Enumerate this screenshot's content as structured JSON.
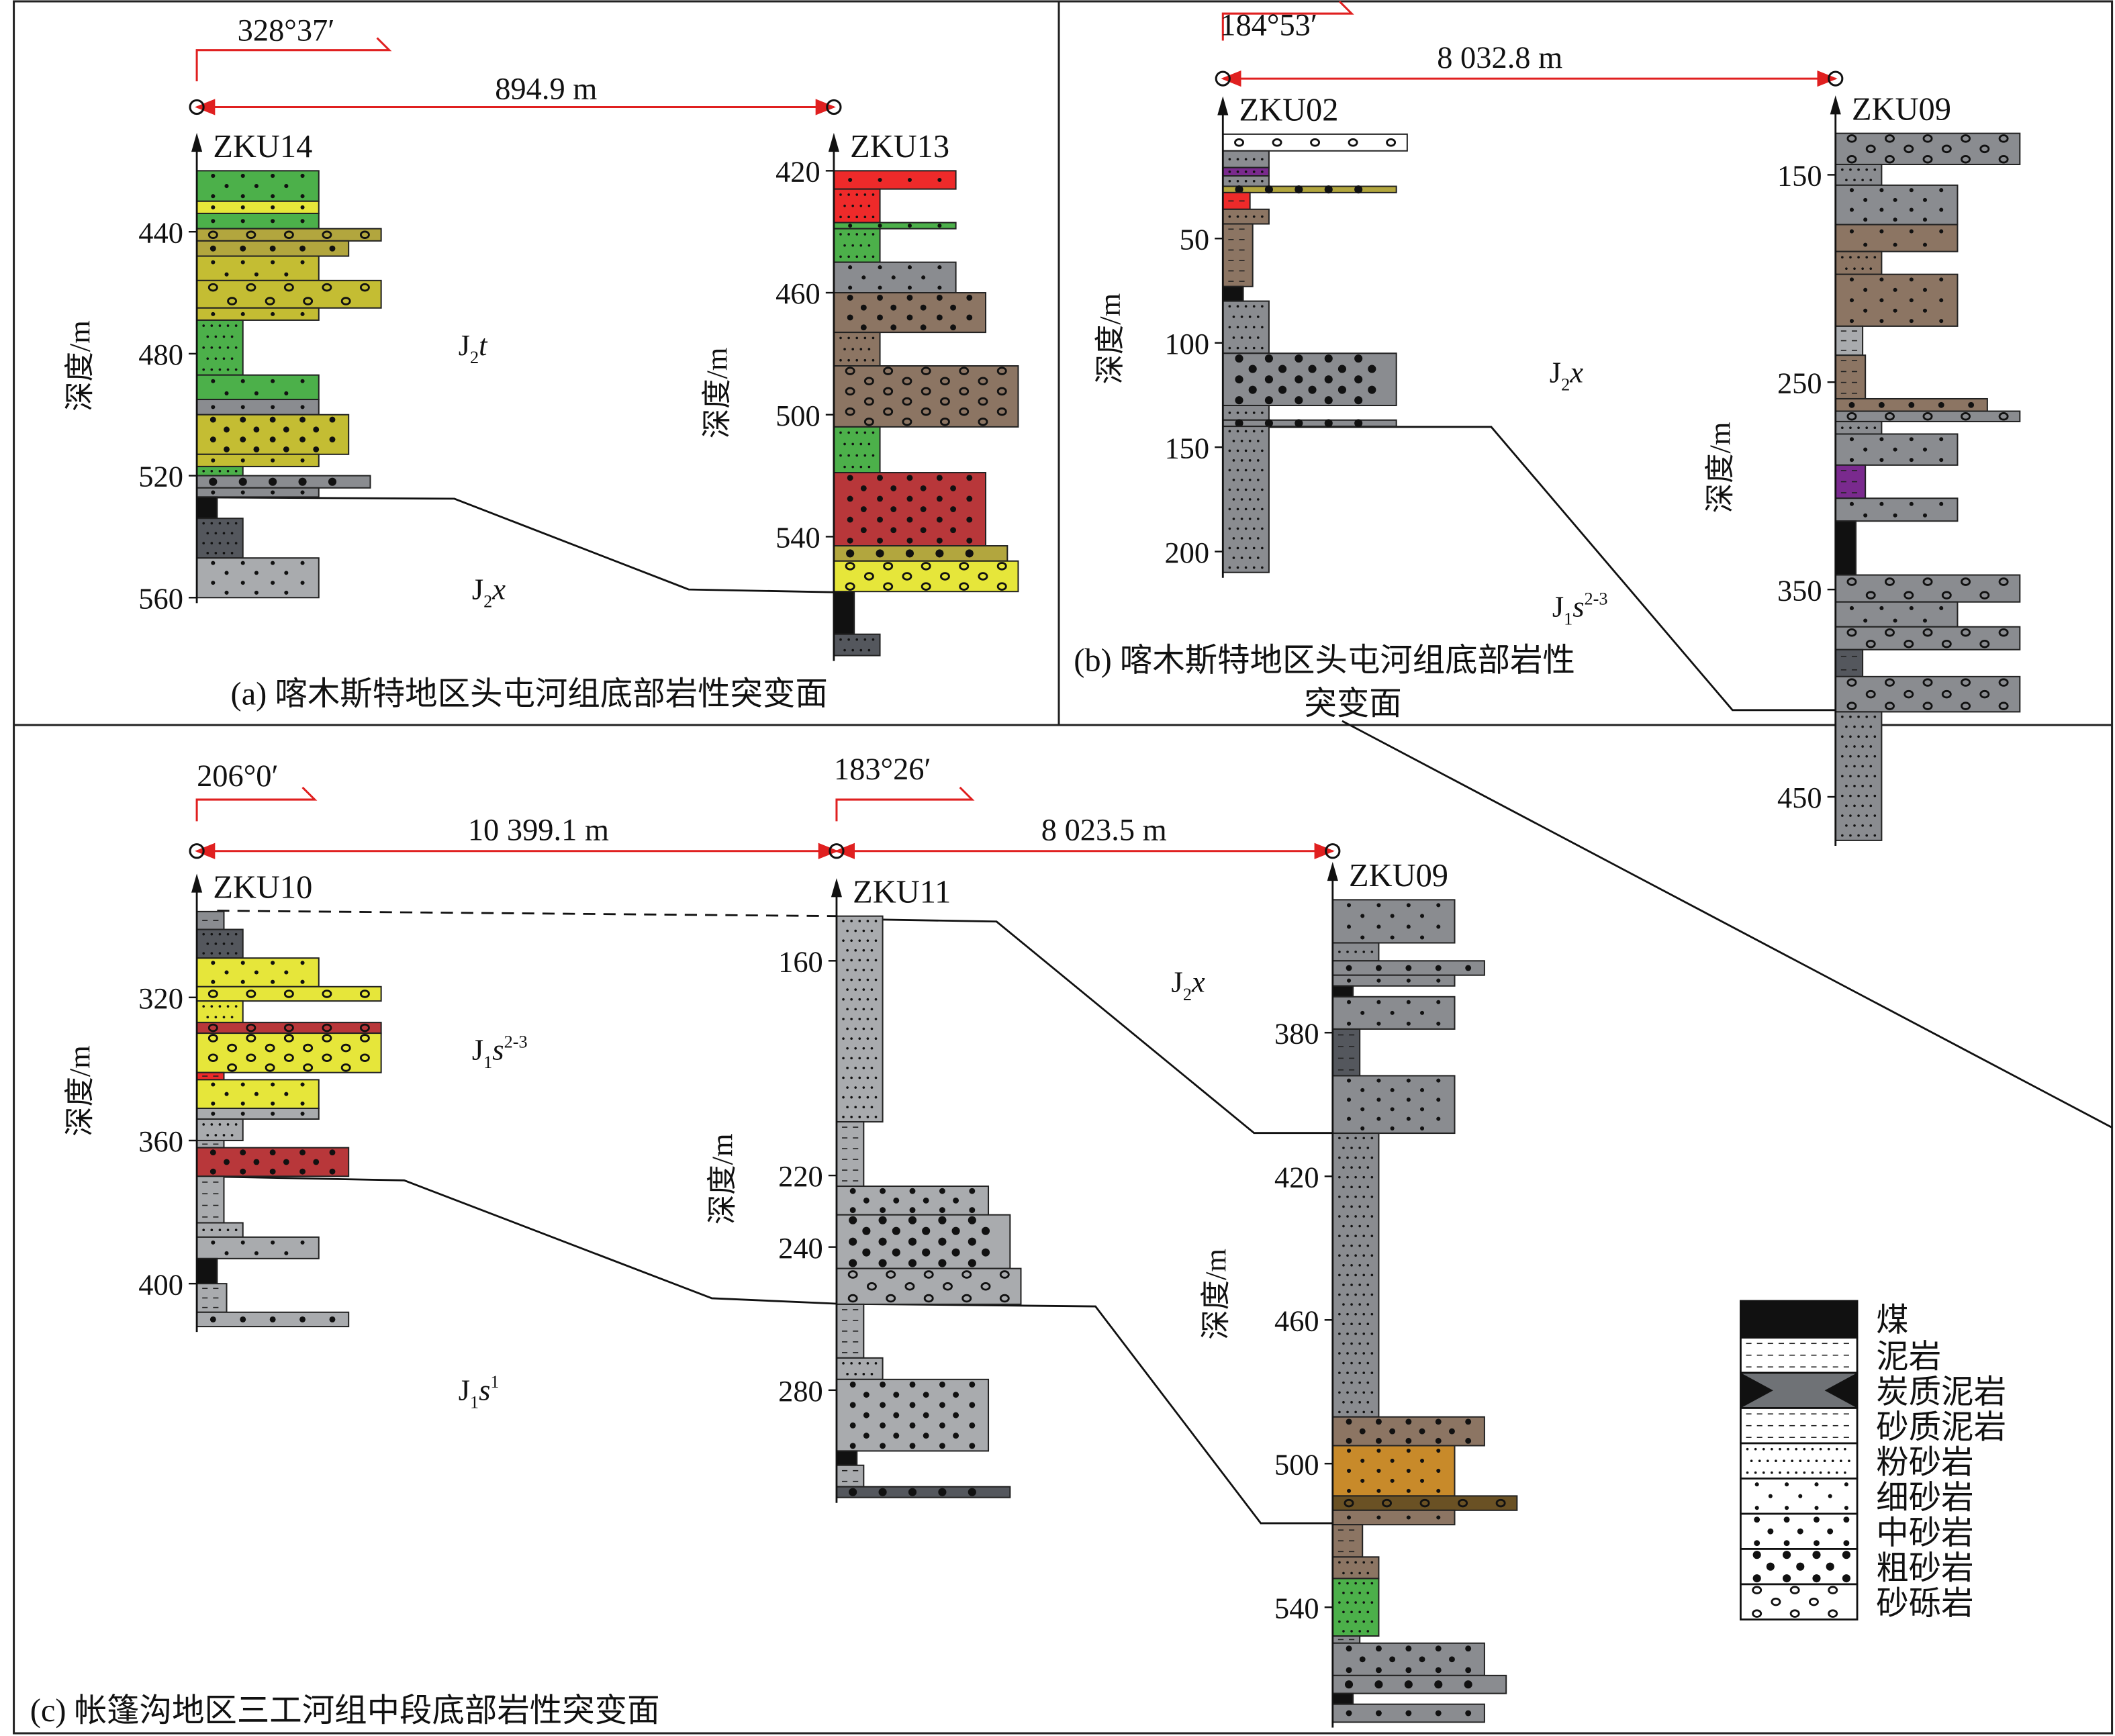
{
  "panels": {
    "a": {
      "caption": "(a) 喀木斯特地区头屯河组底部岩性突变面",
      "azimuth": "328°37′",
      "distance": "894.9 m",
      "formations": [
        {
          "main": "J",
          "sub": "2",
          "suffix": "t",
          "sup": ""
        },
        {
          "main": "J",
          "sub": "2",
          "suffix": "x",
          "sup": ""
        }
      ]
    },
    "b": {
      "caption_line1": "(b) 喀木斯特地区头屯河组底部岩性",
      "caption_line2": "突变面",
      "azimuth": "184°53′",
      "distance": "8 032.8 m",
      "formations": [
        {
          "main": "J",
          "sub": "2",
          "suffix": "x",
          "sup": ""
        },
        {
          "main": "J",
          "sub": "1",
          "suffix": "s",
          "sup": "2-3"
        }
      ]
    },
    "c": {
      "caption": "(c) 帐篷沟地区三工河组中段底部岩性突变面",
      "azimuth1": "206°0′",
      "distance1": "10 399.1 m",
      "azimuth2": "183°26′",
      "distance2": "8 023.5 m",
      "formations": [
        {
          "main": "J",
          "sub": "1",
          "suffix": "s",
          "sup": "2-3"
        },
        {
          "main": "J",
          "sub": "2",
          "suffix": "x",
          "sup": ""
        },
        {
          "main": "J",
          "sub": "1",
          "suffix": "s",
          "sup": "1"
        }
      ]
    }
  },
  "depth_axis_label": "深度/m",
  "legend": [
    {
      "key": "coal",
      "label": "煤"
    },
    {
      "key": "mudstone",
      "label": "泥岩"
    },
    {
      "key": "carb",
      "label": "炭质泥岩"
    },
    {
      "key": "sandymud",
      "label": "砂质泥岩"
    },
    {
      "key": "silt",
      "label": "粉砂岩"
    },
    {
      "key": "fine",
      "label": "细砂岩"
    },
    {
      "key": "medium",
      "label": "中砂岩"
    },
    {
      "key": "coarse",
      "label": "粗砂岩"
    },
    {
      "key": "gravel",
      "label": "砂砾岩"
    }
  ],
  "colors": {
    "green": "#4cb04a",
    "yellow": "#e6e63a",
    "olive": "#b2a63e",
    "yolive": "#c4bd33",
    "gray": "#8a8c90",
    "lgray": "#a9abae",
    "dgray": "#54575d",
    "red": "#ee2a2a",
    "dred": "#b8373a",
    "brown": "#8c7563",
    "purple": "#7a2a8e",
    "orange": "#c88a2a",
    "dbrown": "#6a5124",
    "white": "#ffffff",
    "coal": "#111111",
    "line": "#e02020"
  },
  "wells": [
    {
      "name": "ZKU14",
      "panel": "a",
      "ticks": [
        440,
        480,
        520,
        560
      ],
      "layers": [
        [
          420,
          430,
          "fine",
          "green"
        ],
        [
          430,
          434,
          "fine",
          "yellow"
        ],
        [
          434,
          439,
          "fine",
          "green"
        ],
        [
          439,
          443,
          "gravel",
          "olive"
        ],
        [
          443,
          448,
          "medium",
          "olive"
        ],
        [
          448,
          456,
          "fine",
          "yolive"
        ],
        [
          456,
          465,
          "gravel",
          "yolive"
        ],
        [
          465,
          469,
          "fine",
          "yolive"
        ],
        [
          469,
          487,
          "silt",
          "green"
        ],
        [
          487,
          495,
          "fine",
          "green"
        ],
        [
          495,
          500,
          "fine",
          "gray"
        ],
        [
          500,
          513,
          "medium",
          "yolive"
        ],
        [
          513,
          517,
          "fine",
          "yolive"
        ],
        [
          517,
          520,
          "silt",
          "green"
        ],
        [
          520,
          524,
          "coarse",
          "gray"
        ],
        [
          524,
          527,
          "fine",
          "gray"
        ],
        [
          527,
          534,
          "coal",
          "coal"
        ],
        [
          534,
          547,
          "silt",
          "dgray"
        ],
        [
          547,
          560,
          "fine",
          "lgray"
        ]
      ]
    },
    {
      "name": "ZKU13",
      "panel": "a",
      "ticks": [
        420,
        460,
        500,
        540
      ],
      "layers": [
        [
          420,
          426,
          "fine",
          "red"
        ],
        [
          426,
          437,
          "silt",
          "red"
        ],
        [
          437,
          439,
          "fine",
          "green"
        ],
        [
          439,
          450,
          "silt",
          "green"
        ],
        [
          450,
          460,
          "fine",
          "gray"
        ],
        [
          460,
          473,
          "medium",
          "brown"
        ],
        [
          473,
          484,
          "silt",
          "brown"
        ],
        [
          484,
          504,
          "gravel",
          "brown"
        ],
        [
          504,
          519,
          "silt",
          "green"
        ],
        [
          519,
          543,
          "medium",
          "dred"
        ],
        [
          543,
          548,
          "coarse",
          "olive"
        ],
        [
          548,
          558,
          "gravel",
          "yellow"
        ],
        [
          558,
          572,
          "coal",
          "coal"
        ],
        [
          572,
          579,
          "silt",
          "dgray"
        ]
      ]
    },
    {
      "name": "ZKU02",
      "panel": "b",
      "ticks": [
        50,
        100,
        150,
        200
      ],
      "layers": [
        [
          0,
          8,
          "gravel",
          "white"
        ],
        [
          8,
          16,
          "silt",
          "gray"
        ],
        [
          16,
          20,
          "silt",
          "purple"
        ],
        [
          20,
          25,
          "silt",
          "gray"
        ],
        [
          25,
          28,
          "coarse",
          "olive"
        ],
        [
          28,
          36,
          "mudstone",
          "red"
        ],
        [
          36,
          43,
          "silt",
          "brown"
        ],
        [
          43,
          73,
          "sandymud",
          "brown"
        ],
        [
          73,
          80,
          "coal",
          "coal"
        ],
        [
          80,
          105,
          "silt",
          "gray"
        ],
        [
          105,
          130,
          "coarse",
          "gray"
        ],
        [
          130,
          137,
          "silt",
          "gray"
        ],
        [
          137,
          140,
          "coarse",
          "gray"
        ],
        [
          140,
          210,
          "silt",
          "gray"
        ]
      ]
    },
    {
      "name": "ZKU09",
      "panel": "b",
      "ticks": [
        150,
        250,
        350,
        450
      ],
      "layers": [
        [
          130,
          145,
          "gravel",
          "gray"
        ],
        [
          145,
          155,
          "silt",
          "gray"
        ],
        [
          155,
          174,
          "fine",
          "gray"
        ],
        [
          174,
          187,
          "fine",
          "brown"
        ],
        [
          187,
          198,
          "silt",
          "brown"
        ],
        [
          198,
          223,
          "fine",
          "brown"
        ],
        [
          223,
          237,
          "mudstone",
          "lgray"
        ],
        [
          237,
          258,
          "sandymud",
          "brown"
        ],
        [
          258,
          264,
          "medium",
          "brown"
        ],
        [
          264,
          269,
          "gravel",
          "gray"
        ],
        [
          269,
          275,
          "silt",
          "gray"
        ],
        [
          275,
          290,
          "fine",
          "gray"
        ],
        [
          290,
          306,
          "sandymud",
          "purple"
        ],
        [
          306,
          317,
          "fine",
          "gray"
        ],
        [
          317,
          343,
          "coal",
          "coal"
        ],
        [
          343,
          356,
          "gravel",
          "gray"
        ],
        [
          356,
          368,
          "fine",
          "gray"
        ],
        [
          368,
          379,
          "gravel",
          "gray"
        ],
        [
          379,
          392,
          "carb",
          "dgray"
        ],
        [
          392,
          409,
          "gravel",
          "gray"
        ],
        [
          409,
          471,
          "silt",
          "gray"
        ]
      ]
    },
    {
      "name": "ZKU10",
      "panel": "c",
      "ticks": [
        320,
        360,
        400
      ],
      "layers": [
        [
          296,
          301,
          "mudstone",
          "gray"
        ],
        [
          301,
          309,
          "silt",
          "dgray"
        ],
        [
          309,
          317,
          "fine",
          "yellow"
        ],
        [
          317,
          321,
          "gravel",
          "yellow"
        ],
        [
          321,
          327,
          "silt",
          "yellow"
        ],
        [
          327,
          330,
          "gravel",
          "dred"
        ],
        [
          330,
          341,
          "gravel",
          "yellow"
        ],
        [
          341,
          343,
          "mudstone",
          "red"
        ],
        [
          343,
          351,
          "fine",
          "yellow"
        ],
        [
          351,
          354,
          "fine",
          "lgray"
        ],
        [
          354,
          360,
          "silt",
          "lgray"
        ],
        [
          360,
          362,
          "mudstone",
          "lgray"
        ],
        [
          362,
          370,
          "medium",
          "dred"
        ],
        [
          370,
          383,
          "mudstone",
          "lgray"
        ],
        [
          383,
          387,
          "silt",
          "lgray"
        ],
        [
          387,
          393,
          "fine",
          "lgray"
        ],
        [
          393,
          400,
          "coal",
          "coal"
        ],
        [
          400,
          408,
          "sandymud",
          "lgray"
        ],
        [
          408,
          412,
          "medium",
          "lgray"
        ]
      ]
    },
    {
      "name": "ZKU11",
      "panel": "c",
      "ticks": [
        160,
        220,
        240,
        280
      ],
      "layers": [
        [
          147.5,
          205,
          "silt",
          "lgray"
        ],
        [
          205,
          223,
          "mudstone",
          "lgray"
        ],
        [
          223,
          231,
          "medium",
          "lgray"
        ],
        [
          231,
          246,
          "coarse",
          "lgray"
        ],
        [
          246,
          256,
          "gravel",
          "lgray"
        ],
        [
          256,
          271,
          "mudstone",
          "lgray"
        ],
        [
          271,
          277,
          "silt",
          "lgray"
        ],
        [
          277,
          297,
          "medium",
          "lgray"
        ],
        [
          297,
          301,
          "coal",
          "coal"
        ],
        [
          301,
          307,
          "mudstone",
          "lgray"
        ],
        [
          307,
          310,
          "coarse",
          "dgray"
        ]
      ]
    },
    {
      "name": "ZKU09",
      "panel": "c",
      "ticks": [
        380,
        420,
        460,
        500,
        540
      ],
      "layers": [
        [
          343,
          355,
          "fine",
          "gray"
        ],
        [
          355,
          360,
          "silt",
          "gray"
        ],
        [
          360,
          364,
          "medium",
          "gray"
        ],
        [
          364,
          367,
          "fine",
          "gray"
        ],
        [
          367,
          370,
          "coal",
          "coal"
        ],
        [
          370,
          379,
          "fine",
          "gray"
        ],
        [
          379,
          392,
          "carb",
          "dgray"
        ],
        [
          392,
          408,
          "fine",
          "gray"
        ],
        [
          408,
          487,
          "silt",
          "gray"
        ],
        [
          487,
          495,
          "medium",
          "brown"
        ],
        [
          495,
          509,
          "fine",
          "orange"
        ],
        [
          509,
          513,
          "gravel",
          "dbrown"
        ],
        [
          513,
          517,
          "fine",
          "brown"
        ],
        [
          517,
          526,
          "sandymud",
          "brown"
        ],
        [
          526,
          532,
          "silt",
          "brown"
        ],
        [
          532,
          548,
          "silt",
          "green"
        ],
        [
          548,
          550,
          "mudstone",
          "gray"
        ],
        [
          550,
          559,
          "medium",
          "gray"
        ],
        [
          559,
          564,
          "coarse",
          "gray"
        ],
        [
          564,
          567,
          "coal",
          "coal"
        ],
        [
          567,
          572,
          "medium",
          "gray"
        ]
      ]
    }
  ]
}
